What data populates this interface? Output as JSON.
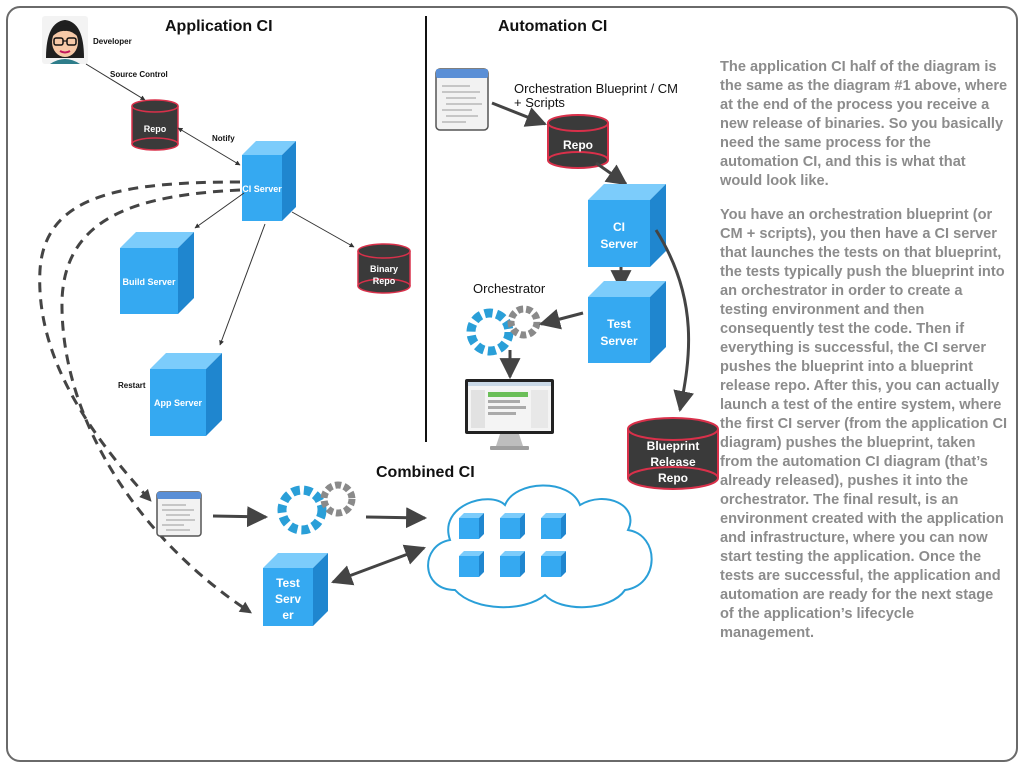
{
  "sections": {
    "application_ci": "Application CI",
    "automation_ci": "Automation CI",
    "combined_ci": "Combined CI"
  },
  "application": {
    "developer": "Developer",
    "source_control": "Source Control",
    "repo": "Repo",
    "notify": "Notify",
    "ci_server": "CI Server",
    "build_server": "Build Server",
    "binary_repo_line1": "Binary",
    "binary_repo_line2": "Repo",
    "restart": "Restart",
    "app_server": "App Server"
  },
  "automation": {
    "blueprint_label_line1": "Orchestration Blueprint / CM",
    "blueprint_label_line2": "+ Scripts",
    "repo": "Repo",
    "ci_server_line1": "CI",
    "ci_server_line2": "Server",
    "orchestrator": "Orchestrator",
    "test_server_line1": "Test",
    "test_server_line2": "Server",
    "release_repo_line1": "Blueprint",
    "release_repo_line2": "Release",
    "release_repo_line3": "Repo"
  },
  "combined": {
    "test_server_line1": "Test",
    "test_server_line2": "Serv",
    "test_server_line3": "er"
  },
  "description": {
    "paragraph1": "The application CI half of the diagram is the same as the diagram #1 above, where at the end of the process you receive a new release of binaries. So you basically need the same process for the automation CI, and this is what that would look like.",
    "paragraph2": "You have an orchestration blueprint (or CM + scripts), you then have a CI server that launches the tests on that blueprint, the tests typically push the blueprint into an orchestrator in order to create a testing environment and then consequently test the code. Then if everything is successful, the CI server pushes the blueprint into a blueprint release repo.  After this, you can actually launch a test of the entire system, where the first CI server (from the application CI diagram) pushes the blueprint, taken from the automation CI diagram (that’s already released), pushes it into the orchestrator.  The final result, is an environment created with the application and infrastructure, where you can now start testing the application. Once the tests are successful, the application and automation are ready for the next stage of the application’s lifecycle management."
  },
  "colors": {
    "cube_front": "#35a9f1",
    "cube_top": "#7cccfb",
    "cube_side": "#1f86cf",
    "repo_body": "#3a3a3a",
    "repo_rim": "#d9304a",
    "orchestrator": "#2a9fd8",
    "text_gray": "#8c8c8c"
  }
}
